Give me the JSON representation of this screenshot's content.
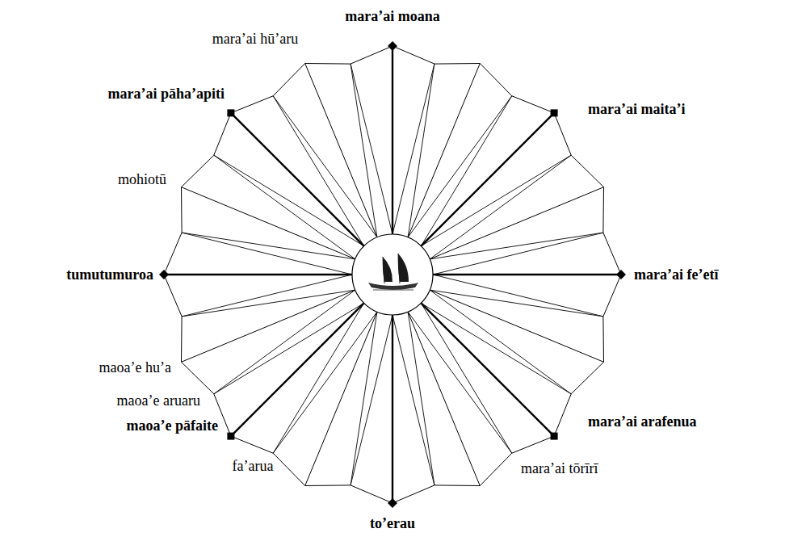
{
  "diagram": {
    "labels": [
      "mara’ai moana",
      "mara’ai hū’aru",
      "mara’ai pāha’apiti",
      "mara’ai maita’i",
      "mohiotū",
      "tumutumuroa",
      "mara’ai fe’etī",
      "maoa’e hu’a",
      "maoa’e aruaru",
      "mara’ai arafenua",
      "maoa’e pāfaite",
      "fa’arua",
      "mara’ai tōrīrī",
      "to’erau"
    ]
  }
}
